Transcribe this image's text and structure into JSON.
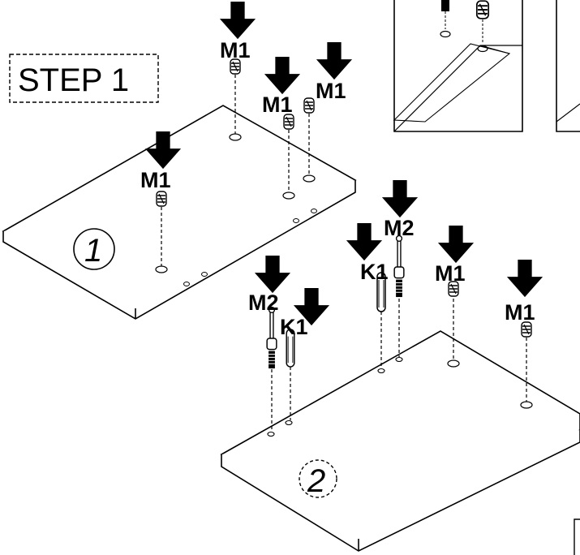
{
  "step": {
    "title": "STEP 1"
  },
  "panels": [
    {
      "number": "1"
    },
    {
      "number": "2"
    }
  ],
  "callouts": [
    {
      "id": "c1",
      "label": "M1"
    },
    {
      "id": "c2",
      "label": "M1"
    },
    {
      "id": "c3",
      "label": "M1"
    },
    {
      "id": "c4",
      "label": "M1"
    },
    {
      "id": "c5",
      "label": "M2"
    },
    {
      "id": "c6",
      "label": "K1"
    },
    {
      "id": "c7",
      "label": "M2"
    },
    {
      "id": "c8",
      "label": "K1"
    },
    {
      "id": "c9",
      "label": "M1"
    },
    {
      "id": "c10",
      "label": "M1"
    }
  ],
  "colors": {
    "ink": "#000000",
    "paper": "#ffffff"
  }
}
